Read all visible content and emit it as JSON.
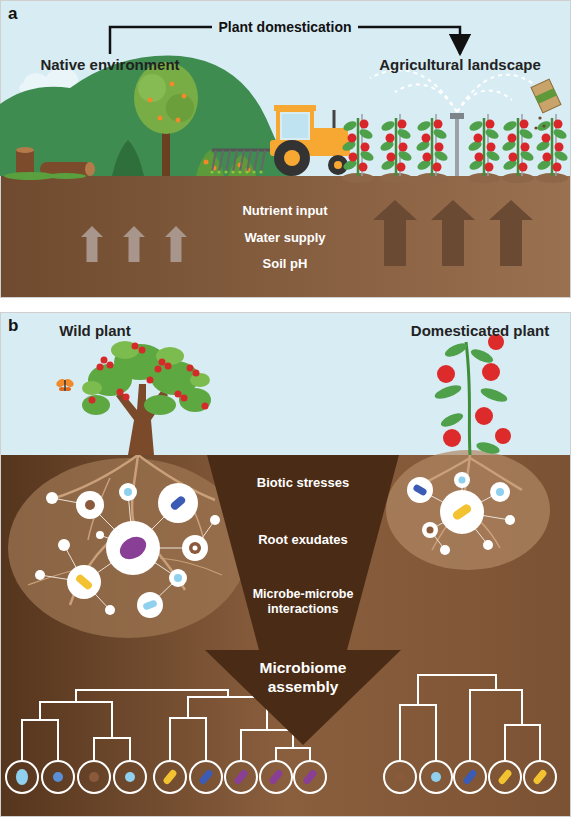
{
  "diagram": {
    "nodes": [
      {
        "text": [
          "Native environment"
        ]
      },
      {
        "text": [
          "Agricultural landscape"
        ]
      },
      {
        "text": [
          "Biotic stresses",
          "Root exudates",
          "Microbe-microbe interactions",
          "Microbiome assembly"
        ]
      }
    ],
    "edges": [
      {
        "from": 0,
        "to": 1,
        "label": "Plant domestication",
        "arrow": "to"
      }
    ],
    "labels": [
      "a",
      "Nutrient input",
      "Water supply",
      "Soil pH",
      "b",
      "Wild plant",
      "Domesticated plant"
    ]
  }
}
